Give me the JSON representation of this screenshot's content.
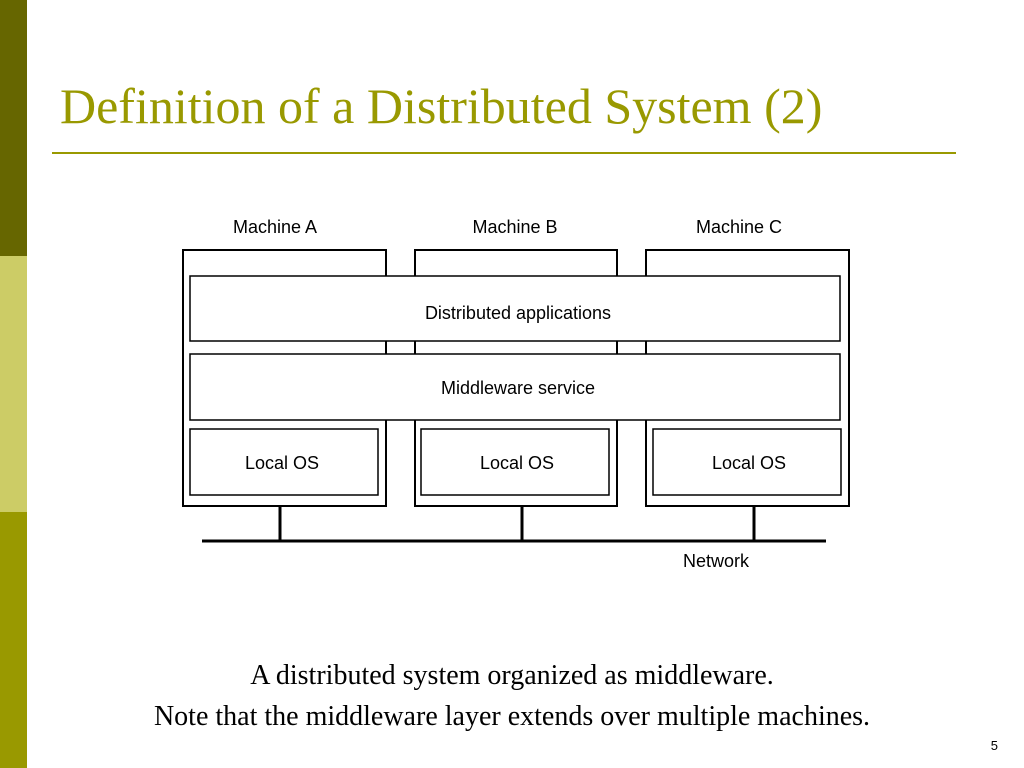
{
  "slide": {
    "title": "Definition of a Distributed System (2)",
    "page_number": "5",
    "accent_color": "#999900",
    "sidebar_colors": [
      "#666600",
      "#cccc66",
      "#999900"
    ]
  },
  "diagram": {
    "machines": [
      {
        "label": "Machine A",
        "os_label": "Local OS"
      },
      {
        "label": "Machine B",
        "os_label": "Local OS"
      },
      {
        "label": "Machine C",
        "os_label": "Local OS"
      }
    ],
    "layers": {
      "applications": "Distributed applications",
      "middleware": "Middleware service"
    },
    "network_label": "Network"
  },
  "caption": {
    "line1": "A distributed system organized as middleware.",
    "line2": "Note that the middleware layer extends over multiple machines."
  }
}
